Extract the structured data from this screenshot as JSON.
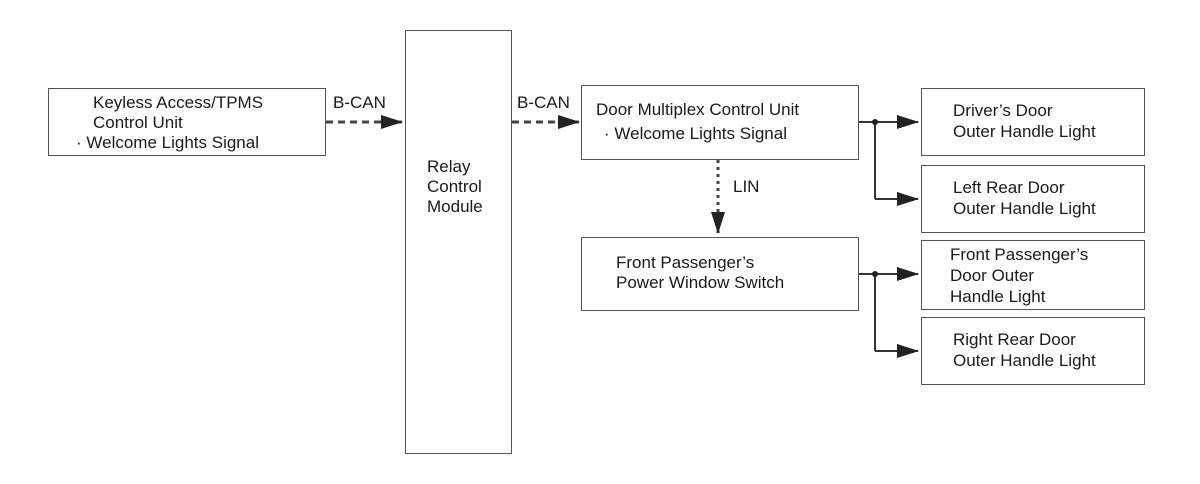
{
  "nodes": {
    "keyless": {
      "line1": "Keyless Access/TPMS",
      "line2": "Control Unit",
      "line3": "· Welcome Lights Signal"
    },
    "relay": {
      "line1": "Relay",
      "line2": "Control",
      "line3": "Module"
    },
    "door_mux": {
      "line1": "Door Multiplex Control Unit",
      "line2": "· Welcome Lights Signal"
    },
    "front_pass_switch": {
      "line1": "Front Passenger’s",
      "line2": "Power Window Switch"
    },
    "driver_light": {
      "line1": "Driver’s Door",
      "line2": "Outer Handle Light"
    },
    "left_rear_light": {
      "line1": "Left Rear Door",
      "line2": "Outer Handle Light"
    },
    "front_pass_light": {
      "line1": "Front Passenger’s",
      "line2": "Door Outer",
      "line3": "Handle Light"
    },
    "right_rear_light": {
      "line1": "Right Rear Door",
      "line2": "Outer Handle Light"
    }
  },
  "edges": {
    "bcan_1": "B-CAN",
    "bcan_2": "B-CAN",
    "lin": "LIN"
  }
}
